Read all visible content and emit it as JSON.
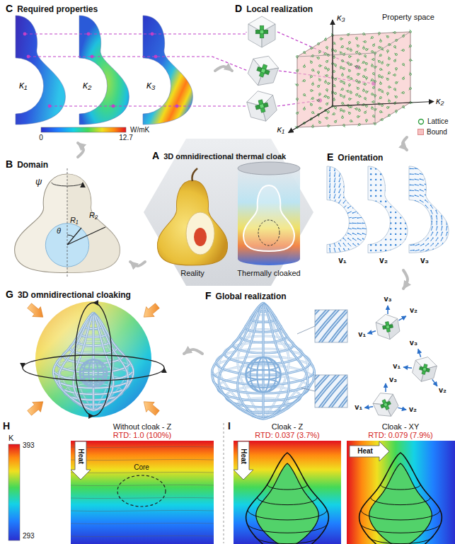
{
  "diagram": {
    "nodes": [
      {
        "text": [
          "C",
          "Required properties"
        ]
      },
      {
        "text": [
          "D",
          "Local realization"
        ]
      },
      {
        "text": [
          "B",
          "Domain"
        ]
      },
      {
        "text": [
          "A",
          "3D omnidirectional thermal cloak"
        ]
      },
      {
        "text": [
          "E",
          "Orientation"
        ]
      },
      {
        "text": [
          "G",
          "3D omnidirectional cloaking"
        ]
      },
      {
        "text": [
          "F",
          "Global realization"
        ]
      }
    ],
    "edges": [
      {
        "from": 2,
        "to": 0,
        "arrow": "to"
      },
      {
        "from": 0,
        "to": 1,
        "arrow": "to"
      },
      {
        "from": 1,
        "to": 4,
        "arrow": "to"
      },
      {
        "from": 4,
        "to": 6,
        "arrow": "to"
      },
      {
        "from": 6,
        "to": 5,
        "arrow": "to"
      },
      {
        "from": 3,
        "to": 2,
        "arrow": "to"
      }
    ],
    "labels": [
      "Reality",
      "Thermally cloaked",
      "ψ",
      "R₂",
      "R₁",
      "θ",
      "κ₁",
      "κ₂",
      "κ₃",
      "0",
      "12.7",
      "W/mK",
      "Property space",
      "κ₃",
      "κ₂",
      "κ₁",
      "v₁",
      "v₂",
      "v₃",
      "v₃",
      "v₂",
      "v₁",
      "v₃",
      "v₁",
      "v₂",
      "v₃",
      "v₁",
      "v₂",
      "K",
      "393",
      "293",
      "H",
      "Without cloak - Z",
      "RTD: 1.0 (100%)",
      "Heat",
      "Core",
      "I",
      "Cloak - Z",
      "RTD: 0.037 (3.7%)",
      "Heat",
      "Cloak - XY",
      "RTD: 0.079 (7.9%)",
      "Heat"
    ],
    "legend": [
      {
        "text": "Lattice"
      },
      {
        "text": "Bound",
        "color": "#f6c1c1"
      }
    ]
  }
}
